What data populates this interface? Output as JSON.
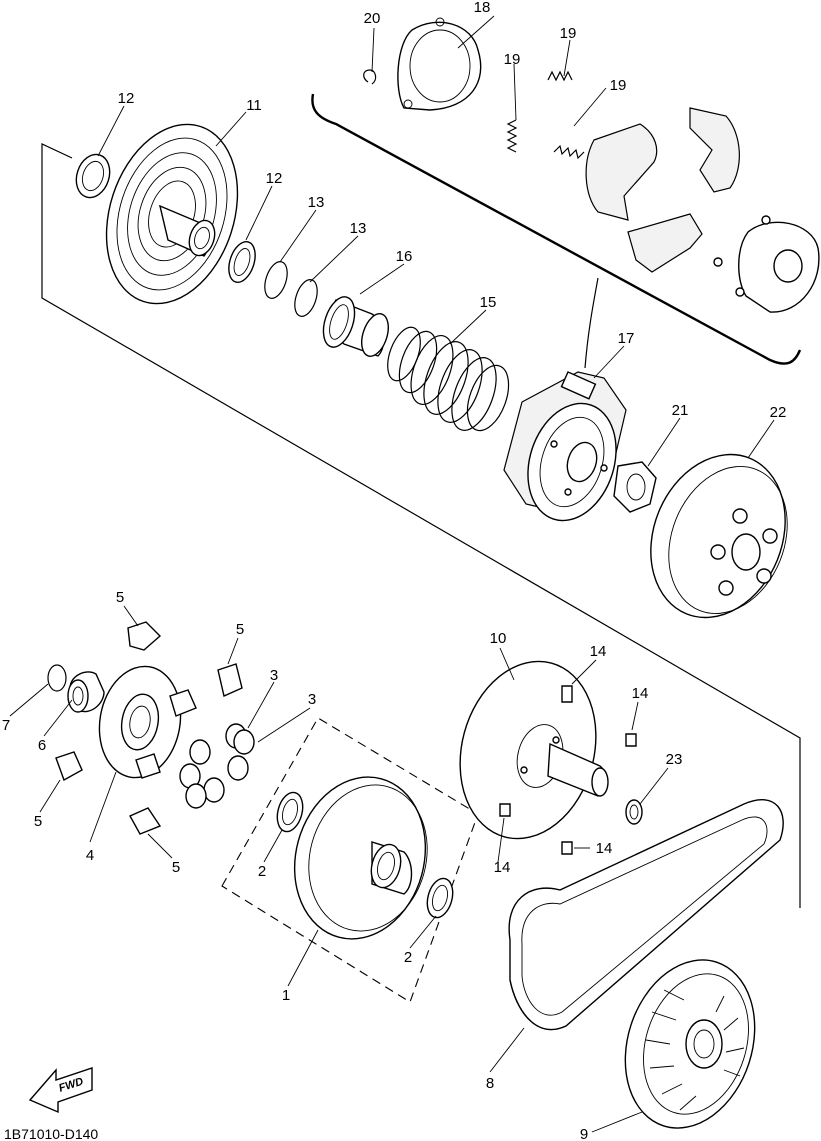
{
  "diagram_code": "1B71010-D140",
  "direction_arrow": {
    "label": "FWD",
    "icon": "fwd-arrow-icon"
  },
  "callouts": [
    {
      "id": "c20",
      "label": "20"
    },
    {
      "id": "c18",
      "label": "18"
    },
    {
      "id": "c19a",
      "label": "19"
    },
    {
      "id": "c19b",
      "label": "19"
    },
    {
      "id": "c19c",
      "label": "19"
    },
    {
      "id": "c12a",
      "label": "12"
    },
    {
      "id": "c11",
      "label": "11"
    },
    {
      "id": "c12b",
      "label": "12"
    },
    {
      "id": "c13a",
      "label": "13"
    },
    {
      "id": "c13b",
      "label": "13"
    },
    {
      "id": "c16",
      "label": "16"
    },
    {
      "id": "c15",
      "label": "15"
    },
    {
      "id": "c17",
      "label": "17"
    },
    {
      "id": "c21",
      "label": "21"
    },
    {
      "id": "c22",
      "label": "22"
    },
    {
      "id": "c5a",
      "label": "5"
    },
    {
      "id": "c5b",
      "label": "5"
    },
    {
      "id": "c3a",
      "label": "3"
    },
    {
      "id": "c3b",
      "label": "3"
    },
    {
      "id": "c7",
      "label": "7"
    },
    {
      "id": "c6",
      "label": "6"
    },
    {
      "id": "c5c",
      "label": "5"
    },
    {
      "id": "c4",
      "label": "4"
    },
    {
      "id": "c5d",
      "label": "5"
    },
    {
      "id": "c2a",
      "label": "2"
    },
    {
      "id": "c1",
      "label": "1"
    },
    {
      "id": "c2b",
      "label": "2"
    },
    {
      "id": "c10",
      "label": "10"
    },
    {
      "id": "c14a",
      "label": "14"
    },
    {
      "id": "c14b",
      "label": "14"
    },
    {
      "id": "c23",
      "label": "23"
    },
    {
      "id": "c14c",
      "label": "14"
    },
    {
      "id": "c14d",
      "label": "14"
    },
    {
      "id": "c8",
      "label": "8"
    },
    {
      "id": "c9",
      "label": "9"
    }
  ]
}
